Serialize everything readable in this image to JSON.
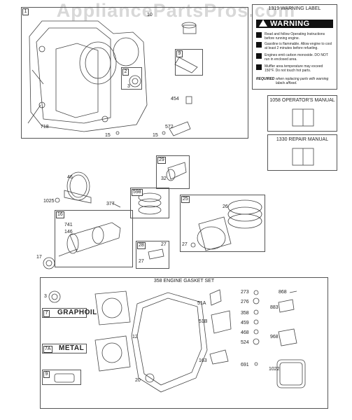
{
  "watermark": "AppliancePartsPros.com",
  "labels": {
    "warning_label_title": "1319 WARNING LABEL",
    "warning_word": "WARNING",
    "warning_line1": "Read and follow Operating Instructions before running engine.",
    "warning_line2": "Gasoline is flammable. Allow engine to cool at least 2 minutes before refueling.",
    "warning_line3": "Engines emit carbon monoxide. DO NOT run in enclosed area.",
    "warning_line4": "Muffler area temperature may exceed 150°F. Do not touch hot parts.",
    "warning_required_bold": "REQUIRED",
    "warning_required": "when replacing parts with warning labels affixed.",
    "operators_manual": "1058 OPERATOR'S MANUAL",
    "repair_manual": "1330 REPAIR MANUAL",
    "gasket_set": "358 ENGINE GASKET SET",
    "graphoil": "GRAPHOIL",
    "metal": "METAL"
  },
  "tags": {
    "t1": "1",
    "t2": "2",
    "t9": "9",
    "t29": "29",
    "t598": "598",
    "t16": "16",
    "t28": "28",
    "t25": "25",
    "t7": "7",
    "t7a": "7A",
    "t9b": "9"
  },
  "parts": {
    "p10": "10",
    "p3": "3",
    "p454": "454",
    "p718": "718",
    "p15a": "15",
    "p572": "572",
    "p15b": "15",
    "p32": "32",
    "p46": "46",
    "p1025": "1025",
    "p377": "377",
    "p741": "741",
    "p146": "146",
    "p17": "17",
    "p26": "26",
    "p27a": "27",
    "p27b": "27",
    "p27c": "27",
    "g3": "3",
    "g12": "12",
    "g20": "20",
    "g51a": "51A",
    "g51b": "51B",
    "g163": "163",
    "g273": "273",
    "g276": "276",
    "g358": "358",
    "g459": "459",
    "g468": "468",
    "g524": "524",
    "g691": "691",
    "g868": "868",
    "g883": "883",
    "g968": "968",
    "g1022": "1022"
  }
}
